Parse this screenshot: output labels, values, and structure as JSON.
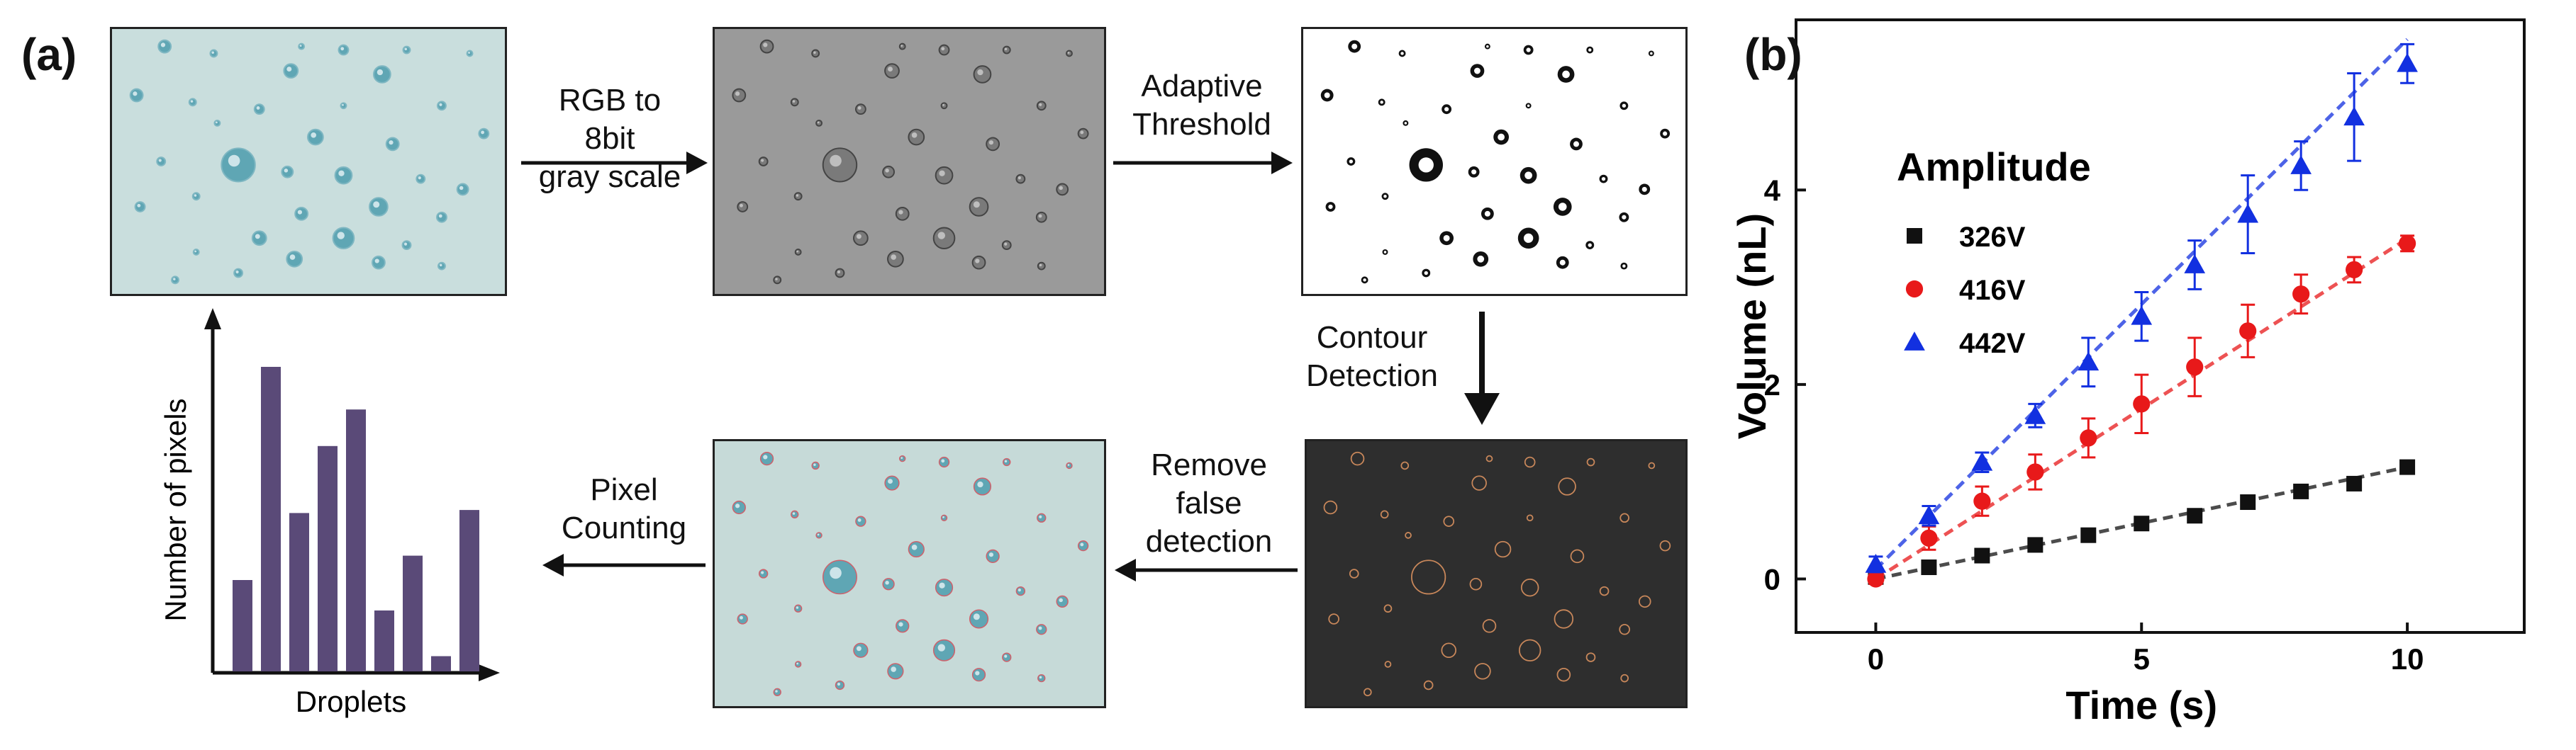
{
  "figure": {
    "panel_a_label": "(a)",
    "panel_b_label": "(b)",
    "steps": {
      "rgb_to_gray": [
        "RGB to",
        "8bit",
        "gray scale"
      ],
      "adaptive_threshold": [
        "Adaptive",
        "Threshold"
      ],
      "contour_detection": [
        "Contour",
        "Detection"
      ],
      "remove_false": [
        "Remove",
        "false",
        "detection"
      ],
      "pixel_counting": [
        "Pixel",
        "Counting"
      ]
    },
    "histogram": {
      "ylabel": "Number of pixels",
      "xlabel": "Droplets",
      "bar_color": "#5a4a78",
      "values": [
        0.3,
        1.0,
        0.52,
        0.74,
        0.86,
        0.2,
        0.38,
        0.05,
        0.53
      ]
    },
    "colors": {
      "original_bg": "#c9dedd",
      "gray_bg": "#9a9a9a",
      "threshold_bg": "#ffffff",
      "contour_bg": "#2e2e2e",
      "contour_line": "#c8875a",
      "counting_bg": "#c6dad8",
      "droplet_fill": "#5fa6b4"
    }
  },
  "chart_data": {
    "type": "scatter",
    "title": "",
    "xlabel": "Time (s)",
    "ylabel": "Volume (nL)",
    "xlim": [
      -1.5,
      12.2
    ],
    "ylim": [
      -0.55,
      5.75
    ],
    "xticks": [
      0,
      5,
      10
    ],
    "yticks": [
      0,
      2,
      4
    ],
    "legend_title": "Amplitude",
    "legend_position": "top-left",
    "grid": false,
    "x": [
      0,
      1,
      2,
      3,
      4,
      5,
      6,
      7,
      8,
      9,
      10
    ],
    "series": [
      {
        "name": "326V",
        "color": "#111111",
        "marker": "square",
        "values": [
          0.02,
          0.12,
          0.24,
          0.35,
          0.45,
          0.57,
          0.65,
          0.79,
          0.9,
          0.98,
          1.15
        ],
        "errors": [
          0.02,
          0.02,
          0.02,
          0.03,
          0.03,
          0.03,
          0.03,
          0.04,
          0.04,
          0.04,
          0.05
        ],
        "fit": [
          0.0,
          1.15
        ]
      },
      {
        "name": "416V",
        "color": "#e8191a",
        "marker": "circle",
        "values": [
          0.0,
          0.42,
          0.8,
          1.1,
          1.45,
          1.8,
          2.18,
          2.55,
          2.93,
          3.18,
          3.45
        ],
        "errors": [
          0.05,
          0.12,
          0.15,
          0.18,
          0.2,
          0.3,
          0.3,
          0.27,
          0.2,
          0.13,
          0.08
        ],
        "fit": [
          0.0,
          3.5
        ]
      },
      {
        "name": "442V",
        "color": "#1230e0",
        "marker": "triangle",
        "values": [
          0.15,
          0.65,
          1.2,
          1.68,
          2.23,
          2.7,
          3.23,
          3.75,
          4.25,
          4.75,
          5.3
        ],
        "errors": [
          0.08,
          0.1,
          0.1,
          0.12,
          0.25,
          0.25,
          0.25,
          0.4,
          0.25,
          0.45,
          0.2
        ],
        "fit": [
          0.1,
          5.55
        ]
      }
    ]
  }
}
